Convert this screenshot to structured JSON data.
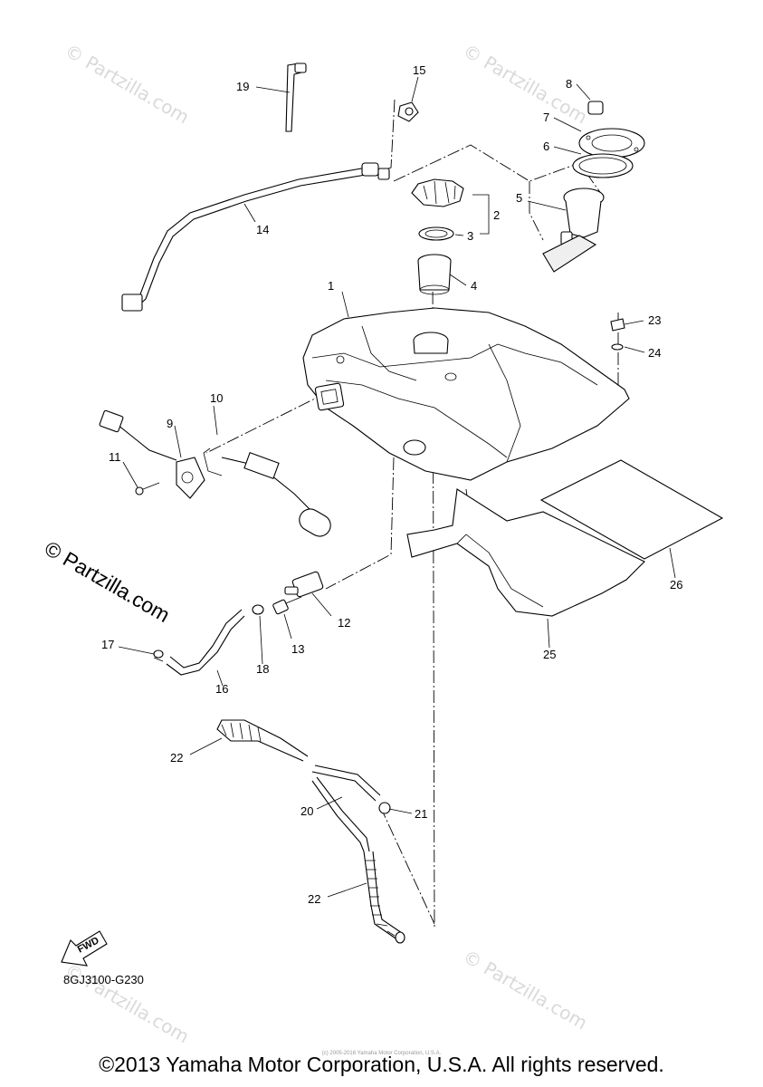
{
  "diagram": {
    "callouts": [
      "1",
      "2",
      "3",
      "4",
      "5",
      "6",
      "7",
      "8",
      "9",
      "10",
      "11",
      "12",
      "13",
      "14",
      "15",
      "16",
      "17",
      "18",
      "19",
      "20",
      "21",
      "22",
      "22",
      "23",
      "24",
      "25",
      "26"
    ],
    "fwd_label": "FWD",
    "diagram_code": "8GJ3100-G230"
  },
  "watermarks": {
    "main": "© Partzilla.com",
    "faint": "© Partzilla.com"
  },
  "footer": {
    "small_copyright": "(c) 2005-2016 Yamaha Motor Corporation, U.S.A.",
    "copyright": "©2013 Yamaha Motor Corporation, U.S.A. All rights reserved."
  }
}
